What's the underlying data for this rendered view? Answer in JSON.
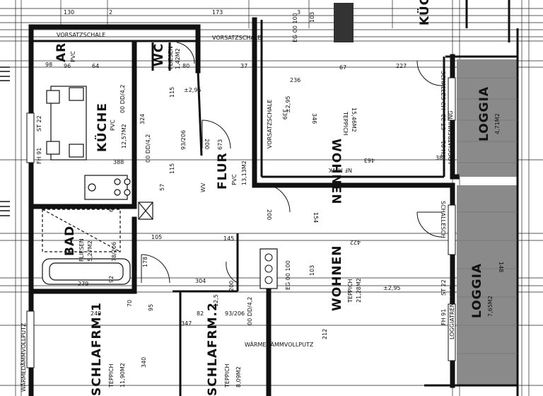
{
  "colors": {
    "wall": "#111111",
    "loggia": "#8a8a8a",
    "line": "#222222",
    "paper": "#ffffff"
  },
  "rooms": {
    "ar": {
      "name": "AR",
      "floor": "PVC"
    },
    "kueche": {
      "name": "KÜCHE",
      "floor": "PVC",
      "area": "12,57M2"
    },
    "wc": {
      "name": "WC",
      "floor": "FLIESEN",
      "area": "1,42M2"
    },
    "flur": {
      "name": "FLUR",
      "floor": "PVC",
      "area": "13,13M2"
    },
    "wohnen1": {
      "name": "WOHNEN",
      "floor": "TEPPICH",
      "area": "15,46M2"
    },
    "loggia1": {
      "name": "LOGGIA",
      "area": "4,71M2"
    },
    "wohnen2": {
      "name": "WOHNEN",
      "floor": "TEPPICH",
      "area": "21,28M2"
    },
    "loggia2": {
      "name": "LOGGIA",
      "area": "7,65M2"
    },
    "bad": {
      "name": "BAD",
      "floor": "FLIESEN",
      "area": "5,27M2"
    },
    "schlaf1": {
      "name": "SCHLAFRM.1",
      "floor": "TEPPICH",
      "area": "11,90M2"
    },
    "schlaf2": {
      "name": "SCHLAFRM.2",
      "floor": "TEPPICH",
      "area": "8,09M2"
    },
    "kueche2": {
      "name": "KÜCHE"
    }
  },
  "labels": {
    "vorsatzschale": "VORSATZSCHALE",
    "vorsatzschale_top": "VORSATZSCHALE",
    "vorsatzschale_wc": "VORSATZSCHALE",
    "loggiatrennung": "LOGGIATRENNUNG",
    "loggiatrennung2": "LOGGIATRENNUNG",
    "schallschutz": "SCHALLES CH",
    "schallschutz2": "SCHALLESCH",
    "nf_mwk": "NF MWK",
    "waermedaemm": "WÄRMEDÄMMVOLLPUTZ",
    "waermedaemm2": "WÄRMEDÄMMVOLLPUTZ",
    "wv": "WV",
    "st22a": "ST 22",
    "st22b": "ST 22",
    "st22c": "ST 22",
    "fh91a": "FH 91",
    "fh91b": "FH 91",
    "fh91c": "FH 91",
    "height": "±2,95",
    "door_kuche": "00 DD/4,2",
    "door_flur": "00 DD/4,2",
    "door_schlaf": "00 DD/4,2",
    "eg00": "EG 00 100",
    "eg00b": "EG 00 100"
  },
  "dims": {
    "d130": "130",
    "d173": "173",
    "d212": "212",
    "d347": "347",
    "d340": "340",
    "d249": "249",
    "d388": "388",
    "d324": "324",
    "d115a": "115",
    "d115b": "115",
    "d93_206": "93/206",
    "d200a": "200",
    "d200b": "200",
    "d200c": "200",
    "d673": "673",
    "d227": "227",
    "d236": "236",
    "d339": "339",
    "d346": "346",
    "d463": "463",
    "d422": "422",
    "d154": "154",
    "d105": "105",
    "d103a": "103",
    "d103b": "103",
    "d145": "145",
    "d148": "148",
    "d279": "279",
    "d304": "304",
    "d57": "57",
    "d60": "60",
    "d92": "92",
    "d178": "178",
    "d82": "82",
    "d67": "67",
    "d98": "98",
    "d78_206": "78/206",
    "d93_206b": "93/206",
    "d12_5": "12,5",
    "d70": "70",
    "d95": "95",
    "d38": "38",
    "d37": "37",
    "d80": "80",
    "d96": "96",
    "d64": "64",
    "d2": "2",
    "d3": "3"
  }
}
